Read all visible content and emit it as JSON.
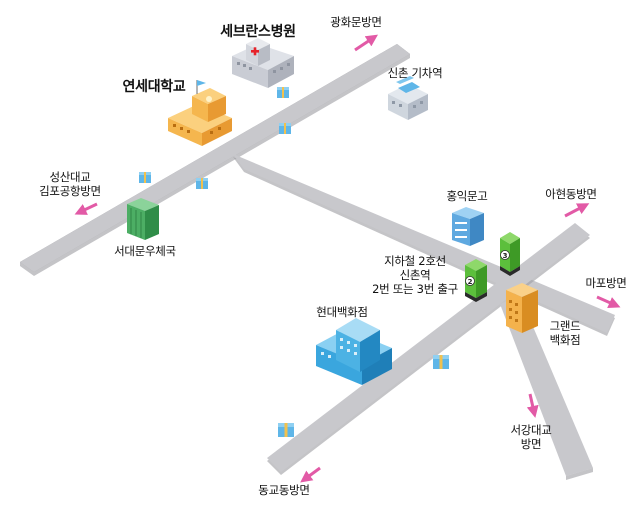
{
  "labels": {
    "severance": "세브란스병원",
    "yonsei": "연세대학교",
    "gwanghwamun": "광화문방면",
    "sinchon_train": "신촌 기차역",
    "seongsan": "성산대교\n김포공항방면",
    "post_office": "서대문우체국",
    "hongik": "홍익문고",
    "ahyeon": "아현동방면",
    "subway": "지하철 2호선\n신촌역\n2번 또는 3번 출구",
    "mapo": "마포방면",
    "hyundai": "현대백화점",
    "grand": "그랜드\n백화점",
    "seogang": "서강대교\n방면",
    "donggyo": "동교동방면"
  },
  "exit_numbers": {
    "exit2": "2",
    "exit3": "3"
  },
  "colors": {
    "road": "#c8c8cc",
    "road_edge": "#a9a9ae",
    "arrow": "#e25aa6",
    "post_office_building": "#4cae64",
    "exit_building": "#5cbf3c",
    "hyundai_building": "#3aa6de",
    "grand_building": "#f4b24c",
    "yonsei_building": "#f5b64e",
    "hospital_building": "#c9ccd4",
    "hospital_cross": "#e6232a",
    "station_building": "#cfd6de",
    "bookstore_building": "#5fa9e0"
  },
  "icons": [
    "direction-arrow-icon",
    "gift-box-icon",
    "red-cross-icon",
    "flag-icon"
  ]
}
